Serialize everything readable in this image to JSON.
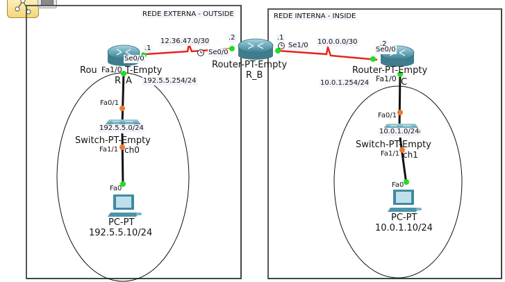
{
  "toolbar": {
    "logical_view_icon": "network-tree-icon",
    "viewport_widget": "viewport-icon"
  },
  "zones": {
    "outside": {
      "label": "REDE EXTERNA - OUTSIDE"
    },
    "inside": {
      "label": "REDE INTERNA - INSIDE"
    }
  },
  "links": {
    "serial_ab": {
      "network": "12.36.47.0/30",
      "a_host": ".1",
      "b_host": ".2",
      "a_port": "Se0/0",
      "b_port": "Se0/0"
    },
    "serial_bc": {
      "network": "10.0.0.0/30",
      "b_host": ".1",
      "c_host": ".2",
      "b_port": "Se1/0",
      "c_port": "Se0/0"
    }
  },
  "devices": {
    "router_a": {
      "model_overlap": "Rou",
      "port_fa": "Fa1/0",
      "model_tail": "T-Empty",
      "name": "R",
      "name_tail": "A",
      "gateway_ip": "192.5.5.254/24"
    },
    "router_b": {
      "model": "Router-PT-Empty",
      "name": "R_B"
    },
    "router_c": {
      "model": "Router-PT-Empty",
      "port_fa": "Fa1/0",
      "name": "C",
      "gateway_ip": "10.0.1.254/24"
    },
    "switch_0": {
      "network": "192.5.5.0/24",
      "model": "Switch-PT-Empty",
      "port_up": "Fa0/1",
      "port_down": "Fa1/1",
      "name_tail": "ch0"
    },
    "switch_1": {
      "network": "10.0.1.0/24",
      "model": "Switch-PT-Empty",
      "port_up": "Fa0/1",
      "port_down": "Fa1/1",
      "name_tail": "ch1"
    },
    "pc_0": {
      "port": "Fa0",
      "model": "PC-PT",
      "ip": "192.5.5.10/24"
    },
    "pc_1": {
      "port": "Fa0",
      "model": "PC-PT",
      "ip": "10.0.1.10/24"
    }
  },
  "colors": {
    "serial_link": "#e8231d",
    "link_up": "#22dd22",
    "link_pending": "#f07a28",
    "ethernet_link": "#111111",
    "router_body": "#5f9fb0",
    "zone_border": "#555555"
  }
}
